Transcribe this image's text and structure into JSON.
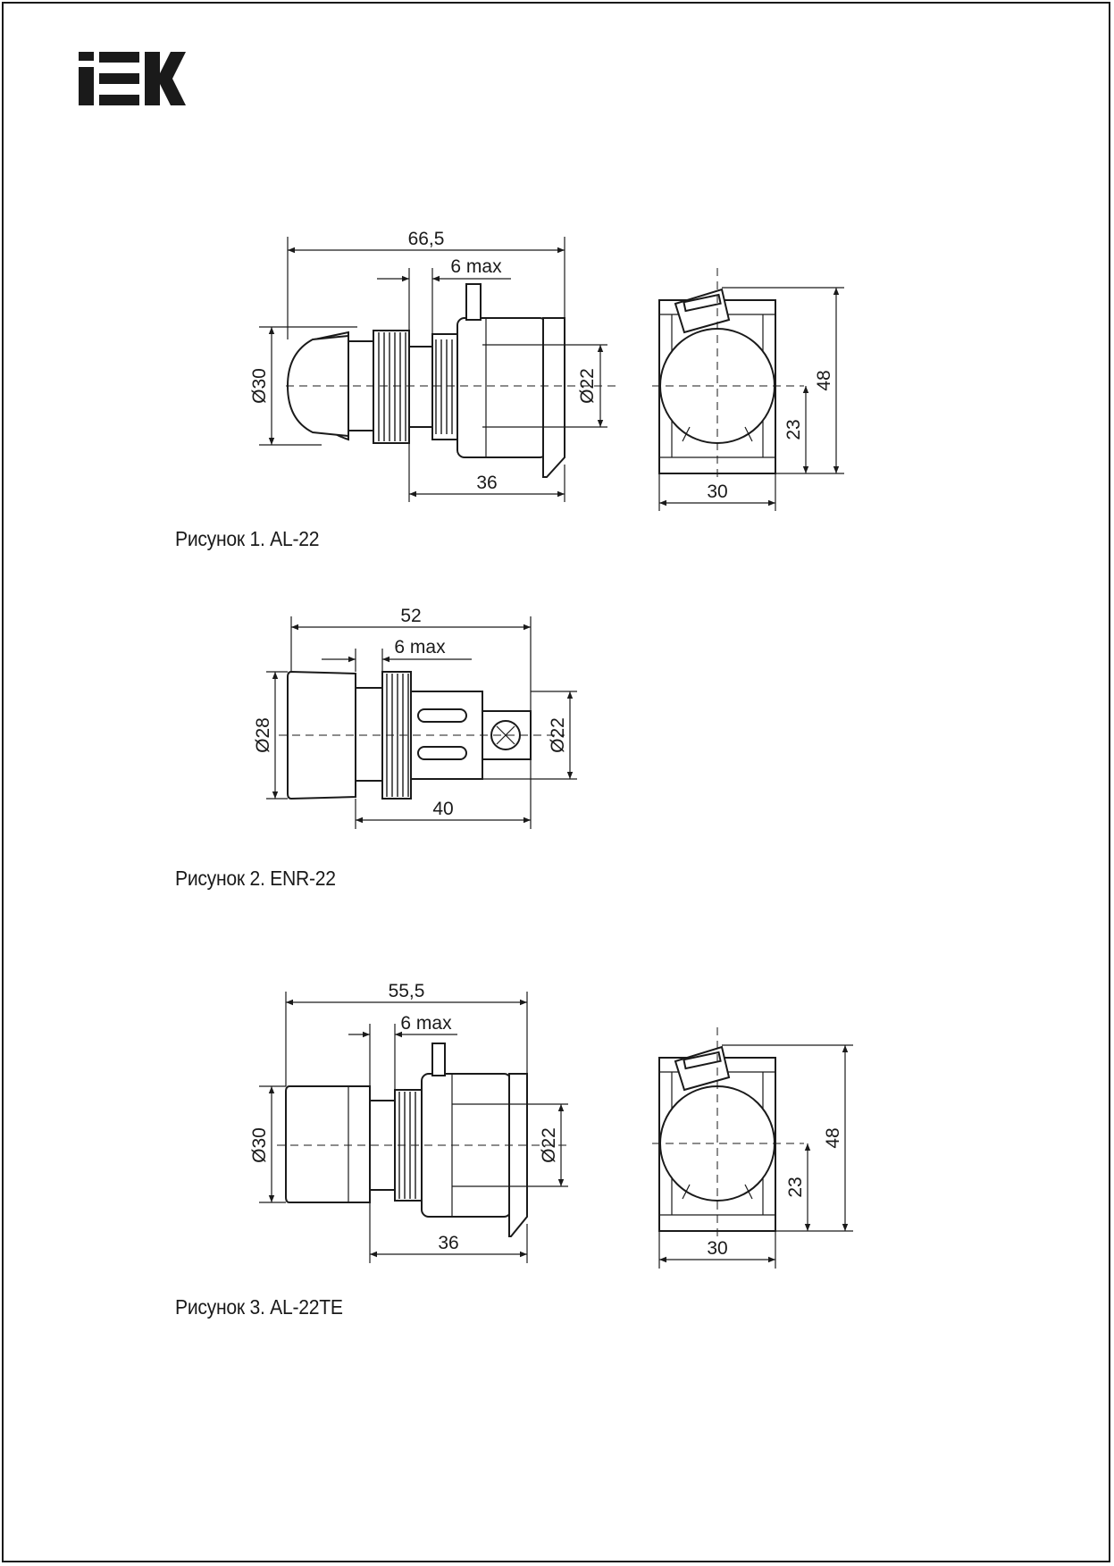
{
  "brand": {
    "logo_text": "IEK"
  },
  "figures": [
    {
      "caption": "Рисунок 1. AL-22",
      "dims": {
        "overall_length": "66,5",
        "panel": "6 max",
        "head_dia": "Ø30",
        "body_dia": "Ø22",
        "body_length": "36",
        "height": "48",
        "half_height": "23",
        "width": "30"
      }
    },
    {
      "caption": "Рисунок 2. ENR-22",
      "dims": {
        "overall_length": "52",
        "panel": "6 max",
        "head_dia": "Ø28",
        "body_dia": "Ø22",
        "body_length": "40"
      }
    },
    {
      "caption": "Рисунок 3. AL-22TE",
      "dims": {
        "overall_length": "55,5",
        "panel": "6 max",
        "head_dia": "Ø30",
        "body_dia": "Ø22",
        "body_length": "36",
        "height": "48",
        "half_height": "23",
        "width": "30"
      }
    }
  ]
}
